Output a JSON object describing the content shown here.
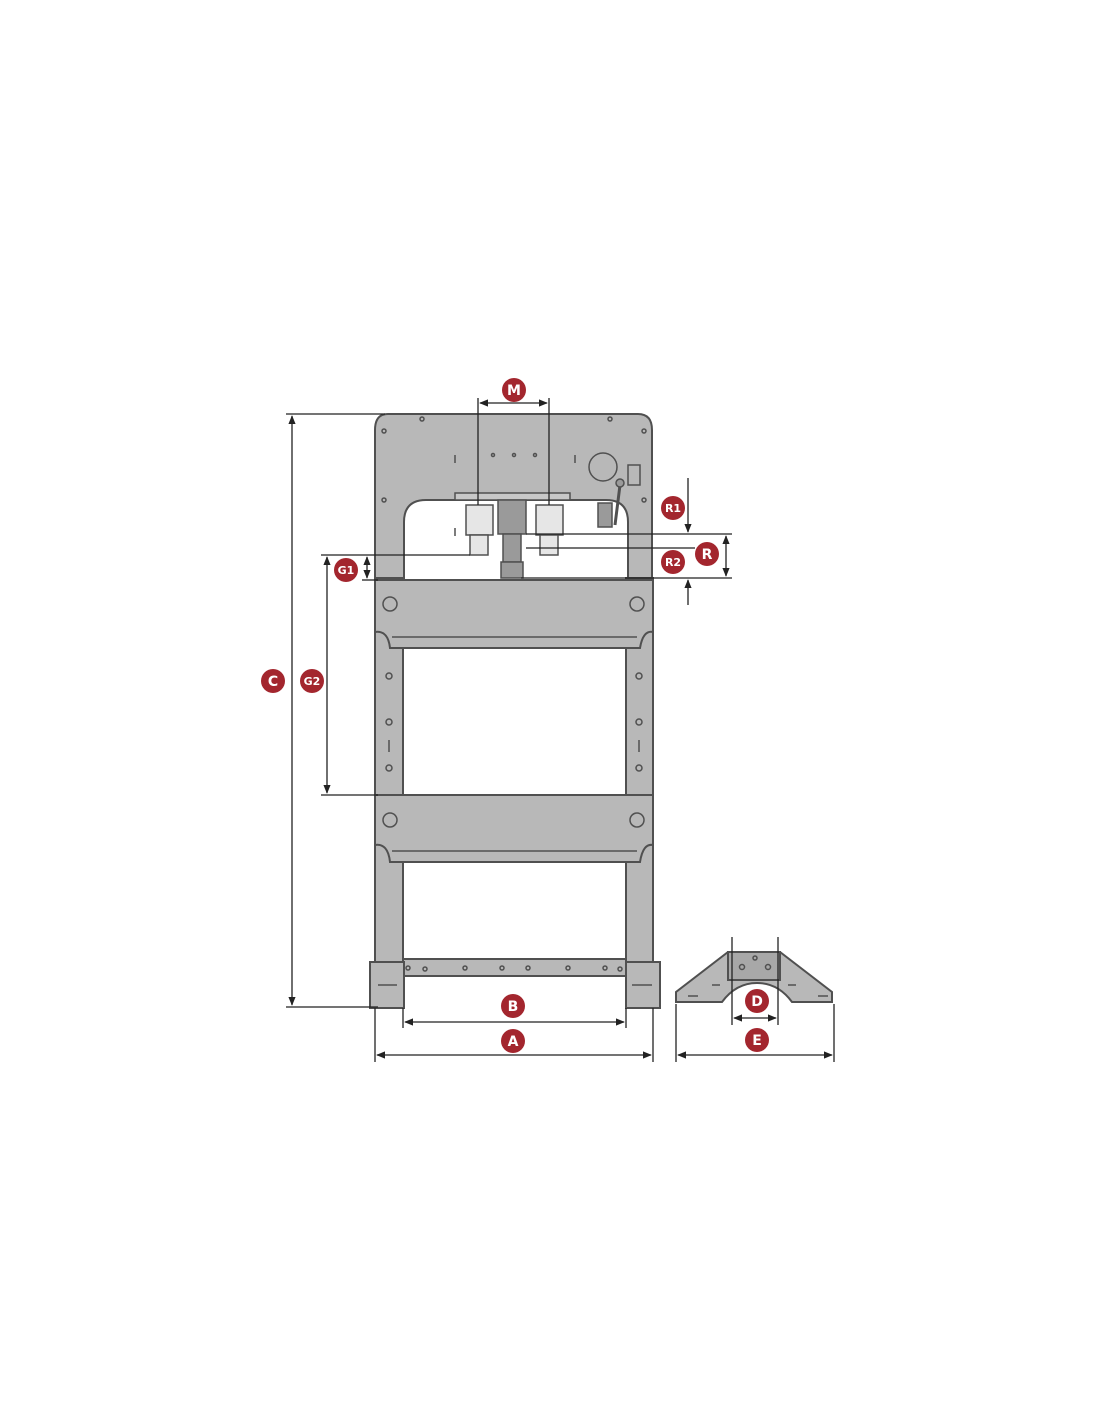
{
  "colors": {
    "frame": "#b8b8b8",
    "outline": "#505050",
    "dimension_line": "#222222",
    "badge": "#a3262e",
    "badge_text": "#ffffff",
    "background": "#ffffff"
  },
  "dimensions": {
    "A": "A",
    "B": "B",
    "C": "C",
    "D": "D",
    "E": "E",
    "G1": "G1",
    "G2": "G2",
    "M": "M",
    "R": "R",
    "R1": "R1",
    "R2": "R2"
  }
}
